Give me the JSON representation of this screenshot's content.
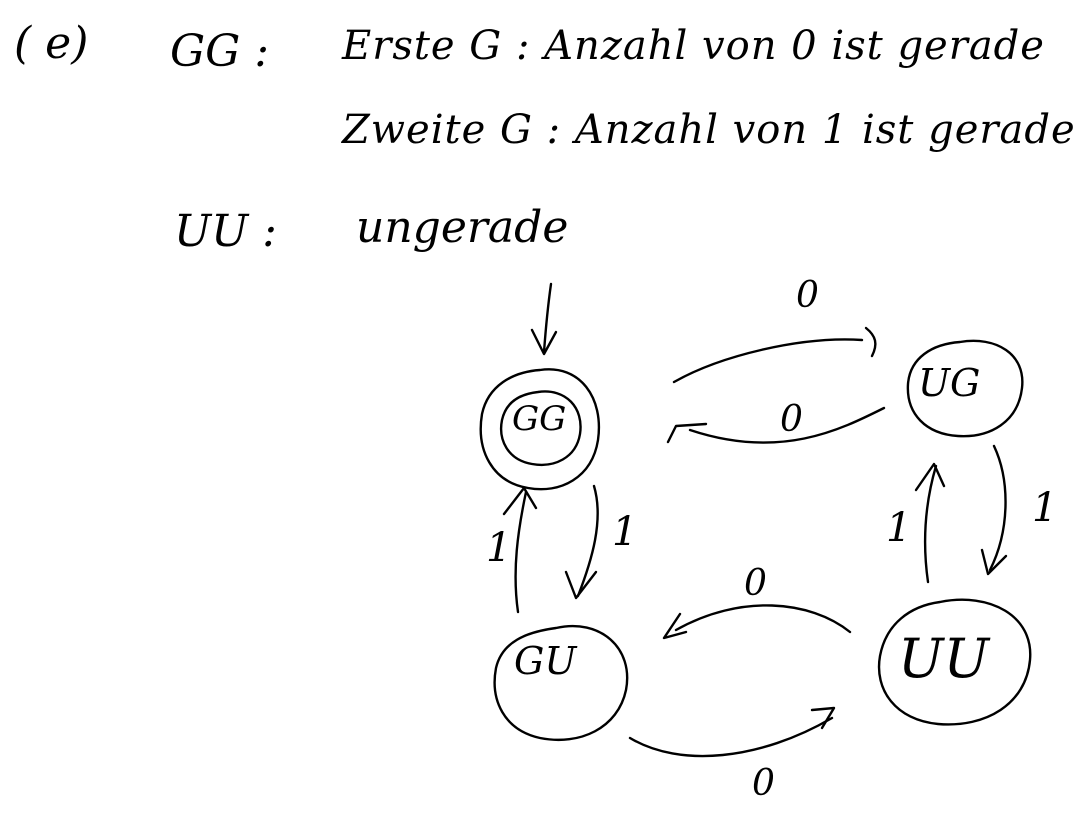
{
  "header": {
    "part_label": "( e)",
    "gg_label": "GG :",
    "definition_first": "Erste G :  Anzahl von 0  ist gerade",
    "definition_second": "Zweite G :  Anzahl von 1  ist gerade .",
    "uu_label": "UU :",
    "uu_meaning": "ungerade"
  },
  "automaton": {
    "start_state": "GG",
    "accepting_states": [
      "GG"
    ],
    "states": {
      "gg": "GG",
      "ug": "UG",
      "gu": "GU",
      "uu": "UU"
    },
    "transitions": {
      "gg_to_ug": "0",
      "ug_to_gg": "0",
      "gg_to_gu": "1",
      "gu_to_gg": "1",
      "ug_to_uu": "1",
      "uu_to_ug": "1",
      "uu_to_gu": "0",
      "gu_to_uu": "0"
    }
  }
}
